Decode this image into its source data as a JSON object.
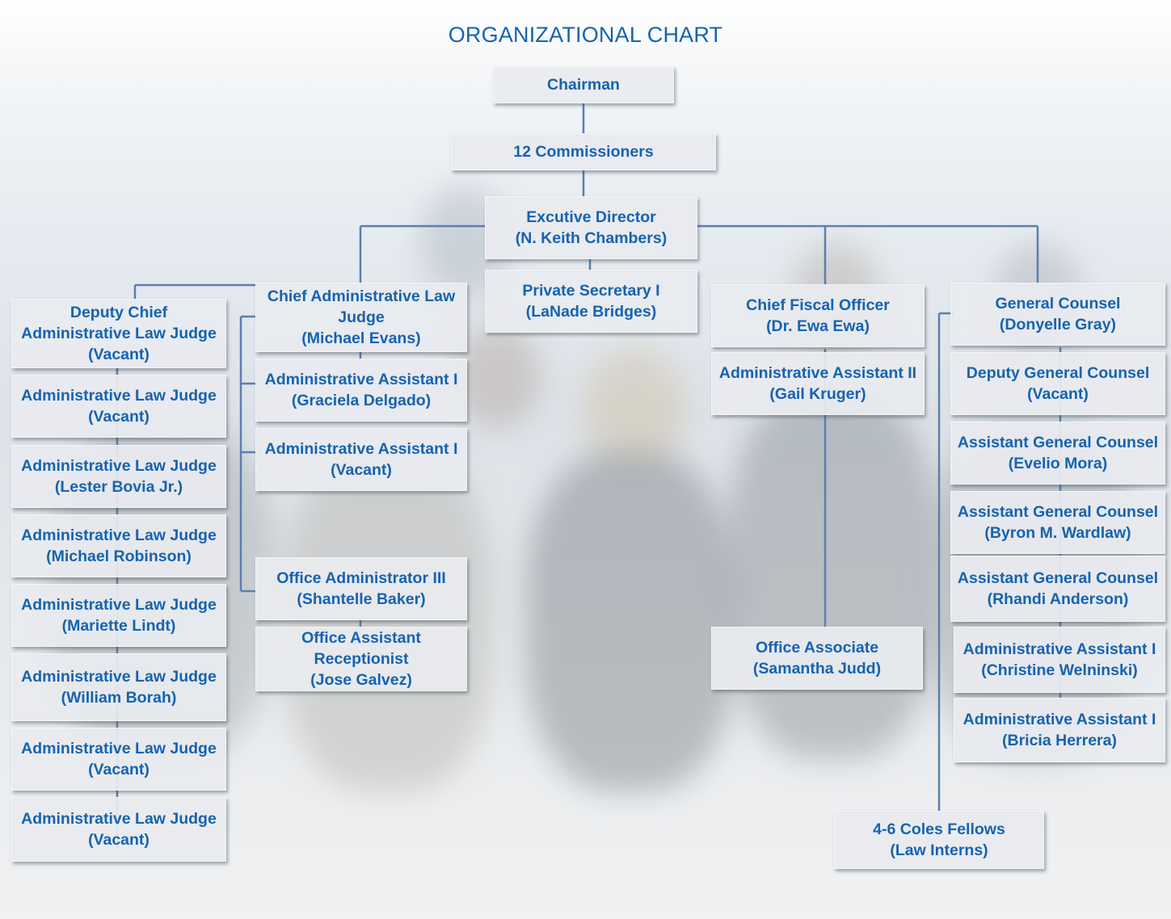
{
  "title": "ORGANIZATIONAL CHART",
  "nodes": {
    "chairman": {
      "line1": "Chairman"
    },
    "commissioners": {
      "line1": "12 Commissioners"
    },
    "executive_director": {
      "line1": "Excutive Director",
      "line2": "(N. Keith Chambers)"
    },
    "private_secretary": {
      "line1": "Private Secretary I",
      "line2": "(LaNade Bridges)"
    },
    "chief_alj": {
      "line1": "Chief Administrative Law",
      "line2": "Judge",
      "line3": "(Michael Evans)"
    },
    "admin_asst_delgado": {
      "line1": "Administrative Assistant I",
      "line2": "(Graciela Delgado)"
    },
    "admin_asst_vacant": {
      "line1": "Administrative Assistant I",
      "line2": "(Vacant)"
    },
    "office_admin": {
      "line1": "Office Administrator III",
      "line2": "(Shantelle Baker)"
    },
    "office_asst_receptionist": {
      "line1": "Office Assistant",
      "line2": "Receptionist",
      "line3": "(Jose Galvez)"
    },
    "deputy_chief_alj": {
      "line1": "Deputy Chief",
      "line2": "Administrative Law Judge",
      "line3": "(Vacant)"
    },
    "alj_1": {
      "line1": "Administrative Law Judge",
      "line2": "(Vacant)"
    },
    "alj_2": {
      "line1": "Administrative Law Judge",
      "line2": "(Lester Bovia Jr.)"
    },
    "alj_3": {
      "line1": "Administrative Law Judge",
      "line2": "(Michael Robinson)"
    },
    "alj_4": {
      "line1": "Administrative Law Judge",
      "line2": "(Mariette Lindt)"
    },
    "alj_5": {
      "line1": "Administrative Law Judge",
      "line2": "(William Borah)"
    },
    "alj_6": {
      "line1": "Administrative Law Judge",
      "line2": "(Vacant)"
    },
    "alj_7": {
      "line1": "Administrative Law Judge",
      "line2": "(Vacant)"
    },
    "chief_fiscal": {
      "line1": "Chief Fiscal Officer",
      "line2": "(Dr. Ewa Ewa)"
    },
    "admin_asst_kruger": {
      "line1": "Administrative Assistant II",
      "line2": "(Gail Kruger)"
    },
    "office_associate": {
      "line1": "Office Associate",
      "line2": "(Samantha Judd)"
    },
    "general_counsel": {
      "line1": "General Counsel",
      "line2": "(Donyelle Gray)"
    },
    "deputy_gc": {
      "line1": "Deputy General Counsel",
      "line2": "(Vacant)"
    },
    "agc_mora": {
      "line1": "Assistant General Counsel",
      "line2": "(Evelio Mora)"
    },
    "agc_wardlaw": {
      "line1": "Assistant General Counsel",
      "line2": "(Byron M. Wardlaw)"
    },
    "agc_anderson": {
      "line1": "Assistant General Counsel",
      "line2": "(Rhandi Anderson)"
    },
    "admin_asst_welninski": {
      "line1": "Administrative Assistant I",
      "line2": "(Christine Welninski)"
    },
    "admin_asst_herrera": {
      "line1": "Administrative Assistant I",
      "line2": "(Bricia Herrera)"
    },
    "coles_fellows": {
      "line1": "4-6 Coles Fellows",
      "line2": "(Law Interns)"
    }
  },
  "colors": {
    "text": "#1663b0",
    "connector": "#5b7fb0",
    "box": "#e8ebef"
  }
}
